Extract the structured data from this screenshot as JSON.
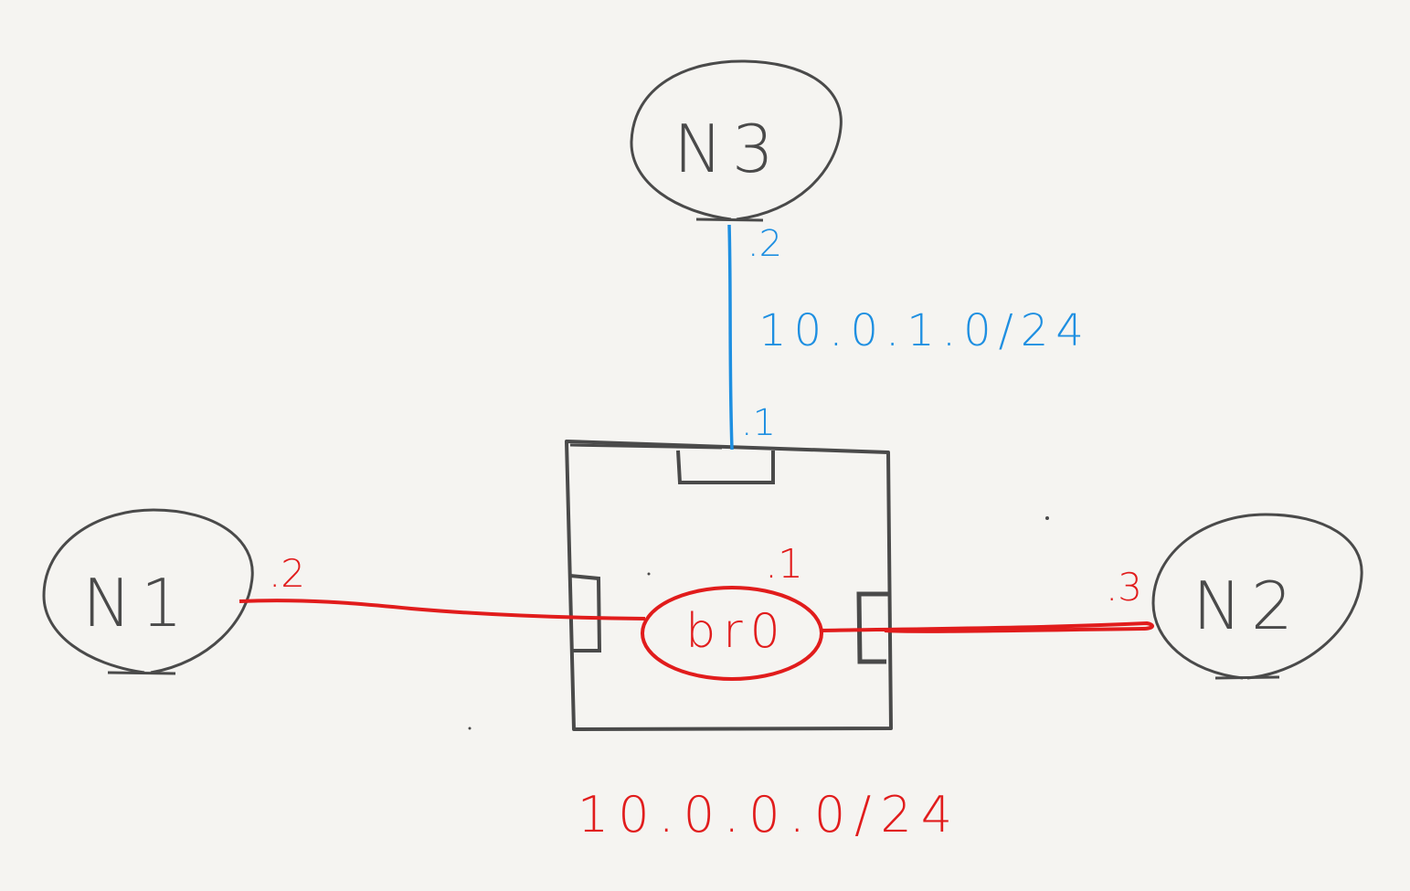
{
  "nodes": {
    "n1": {
      "label": "N1"
    },
    "n2": {
      "label": "N2"
    },
    "n3": {
      "label": "N3"
    }
  },
  "bridge": {
    "label": "br0",
    "ip_suffix": ".1"
  },
  "links": {
    "n3_link": {
      "n3_ip": ".2",
      "host_ip": ".1",
      "subnet": "10.0.1.0/24",
      "color": "#1e8fe1"
    },
    "n1_link": {
      "n1_ip": ".2"
    },
    "n2_link": {
      "n2_ip": ".3"
    },
    "bridge_subnet": {
      "subnet": "10.0.0.0/24",
      "color": "#e11c1c"
    }
  },
  "colors": {
    "stroke": "#4a4a4a",
    "red": "#e11c1c",
    "blue": "#1e8fe1",
    "background": "#f5f4f1"
  }
}
